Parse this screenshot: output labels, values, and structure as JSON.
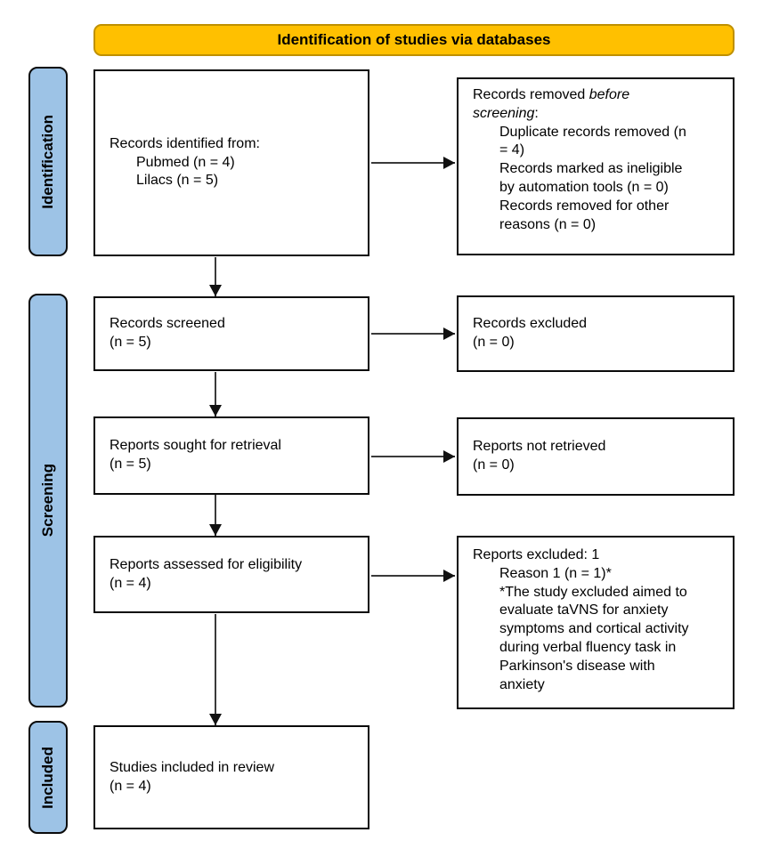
{
  "banner": {
    "title": "Identification of studies via databases"
  },
  "stages": {
    "identification": "Identification",
    "screening": "Screening",
    "included": "Included"
  },
  "flow": {
    "records_identified": {
      "title": "Records identified from:",
      "items": [
        "Pubmed (n = 4)",
        "Lilacs (n = 5)"
      ]
    },
    "records_removed": {
      "title_prefix": "Records removed ",
      "title_italic": "before screening",
      "title_suffix": ":",
      "items": [
        "Duplicate records removed (n = 4)",
        "Records marked as ineligible by automation tools (n = 0)",
        "Records removed for other reasons (n = 0)"
      ]
    },
    "records_screened": {
      "lines": [
        "Records screened",
        "(n = 5)"
      ]
    },
    "records_excluded": {
      "lines": [
        "Records excluded",
        "(n = 0)"
      ]
    },
    "reports_sought": {
      "lines": [
        "Reports sought for retrieval",
        "(n = 5)"
      ]
    },
    "reports_not_retrieved": {
      "lines": [
        "Reports not retrieved",
        "(n = 0)"
      ]
    },
    "reports_assessed": {
      "lines": [
        "Reports assessed for eligibility",
        "(n = 4)"
      ]
    },
    "reports_excluded": {
      "title": "Reports excluded: 1",
      "items": [
        "Reason 1 (n = 1)*",
        "*The study excluded aimed to evaluate taVNS for anxiety symptoms and cortical activity during verbal fluency task in Parkinson's disease with anxiety"
      ]
    },
    "studies_included": {
      "lines": [
        "Studies included in review",
        "(n = 4)"
      ]
    }
  },
  "colors": {
    "banner_bg": "#FFC000",
    "banner_border": "#BF9000",
    "stage_bg": "#9DC3E6",
    "stage_border": "#0a0a0a",
    "box_border": "#0a0a0a",
    "arrow": "#3a3a3a",
    "arrow_head": "#111111"
  }
}
